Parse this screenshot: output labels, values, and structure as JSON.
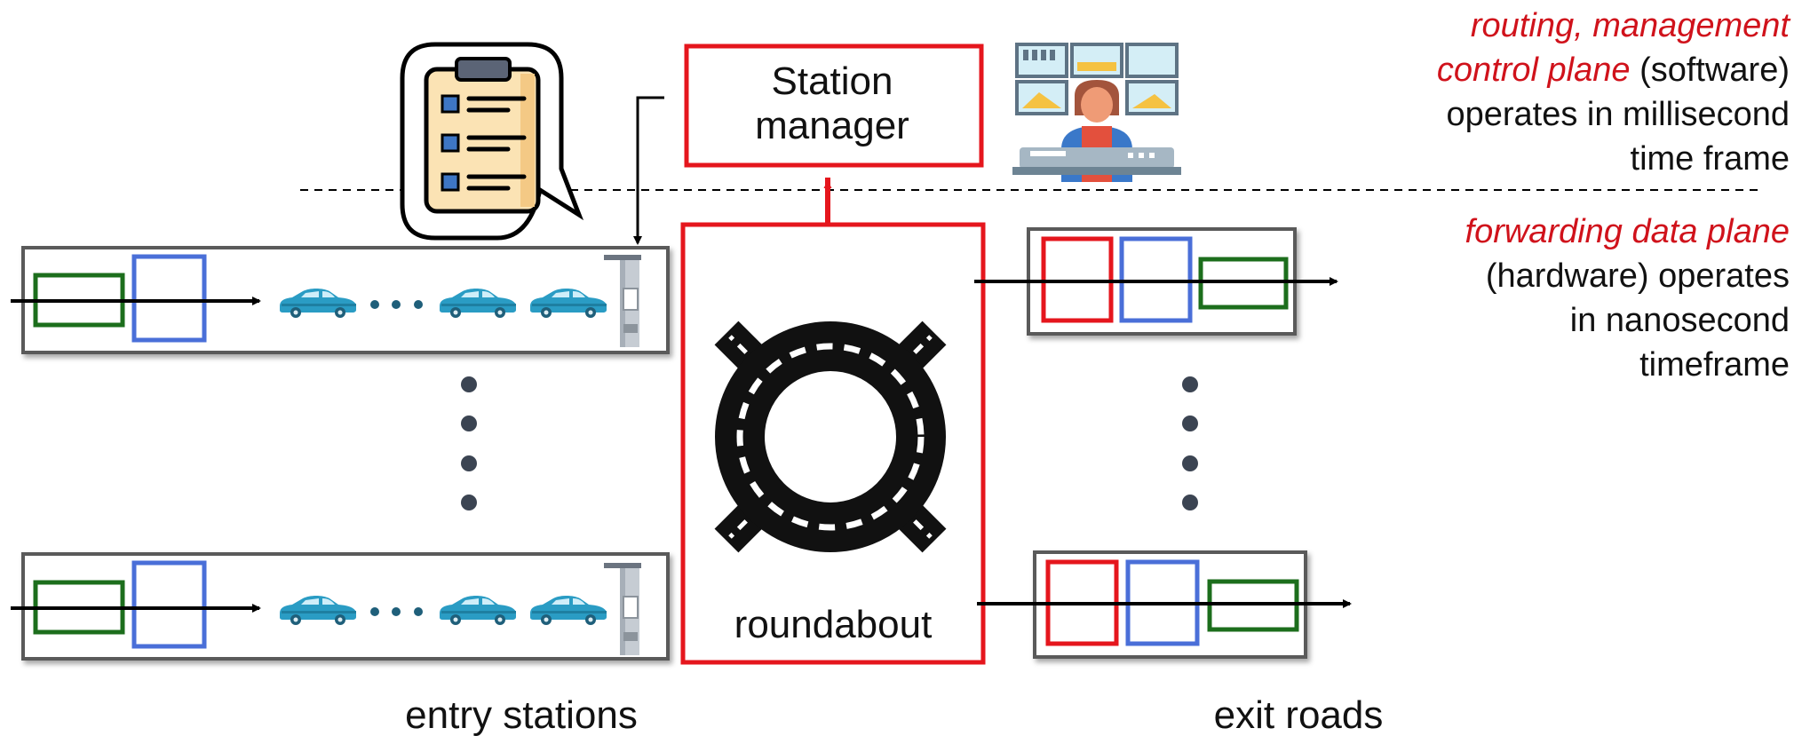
{
  "labels": {
    "station_manager_line1": "Station",
    "station_manager_line2": "manager",
    "roundabout": "roundabout",
    "entry_stations": "entry stations",
    "exit_roads": "exit roads"
  },
  "control_plane": {
    "line1": "routing, management",
    "line2_highlight": "control plane",
    "line2_rest": " (software)",
    "line3": "operates in millisecond",
    "line4": "time frame"
  },
  "data_plane": {
    "line1": "forwarding data plane",
    "line2": "(hardware) operates",
    "line3": "in nanosecond",
    "line4": "timeframe"
  },
  "icons": {
    "checklist": "clipboard-checklist-icon",
    "operator": "control-room-operator-icon",
    "roundabout": "roundabout-icon",
    "car": "car-icon",
    "gate": "toll-gate-icon"
  },
  "colors": {
    "red": "#e5161d",
    "blue": "#4a6fd8",
    "green": "#1c6e1c",
    "car": "#2a9cc4",
    "dot": "#3b4452",
    "frame": "#555555"
  }
}
